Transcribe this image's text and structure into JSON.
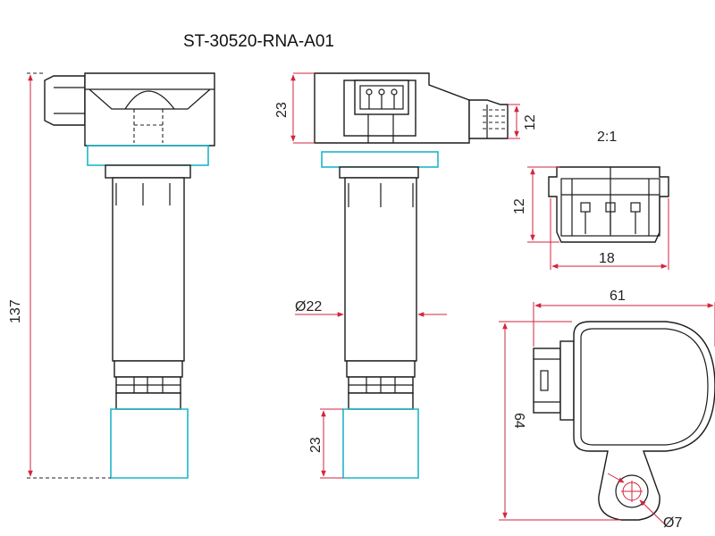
{
  "part_number": "ST-30520-RNA-A01",
  "scale_label": "2:1",
  "dimensions": {
    "overall_length": "137",
    "head_height": "23",
    "connector_height": "12",
    "body_diameter": "Ø22",
    "boot_length": "23",
    "plug_height": "12",
    "plug_width": "18",
    "top_width": "61",
    "top_depth": "64",
    "hole_diameter": "Ø7"
  },
  "colors": {
    "outline": "#1b1b1b",
    "dimension": "#d2253f",
    "seal": "#1fb6c9"
  }
}
